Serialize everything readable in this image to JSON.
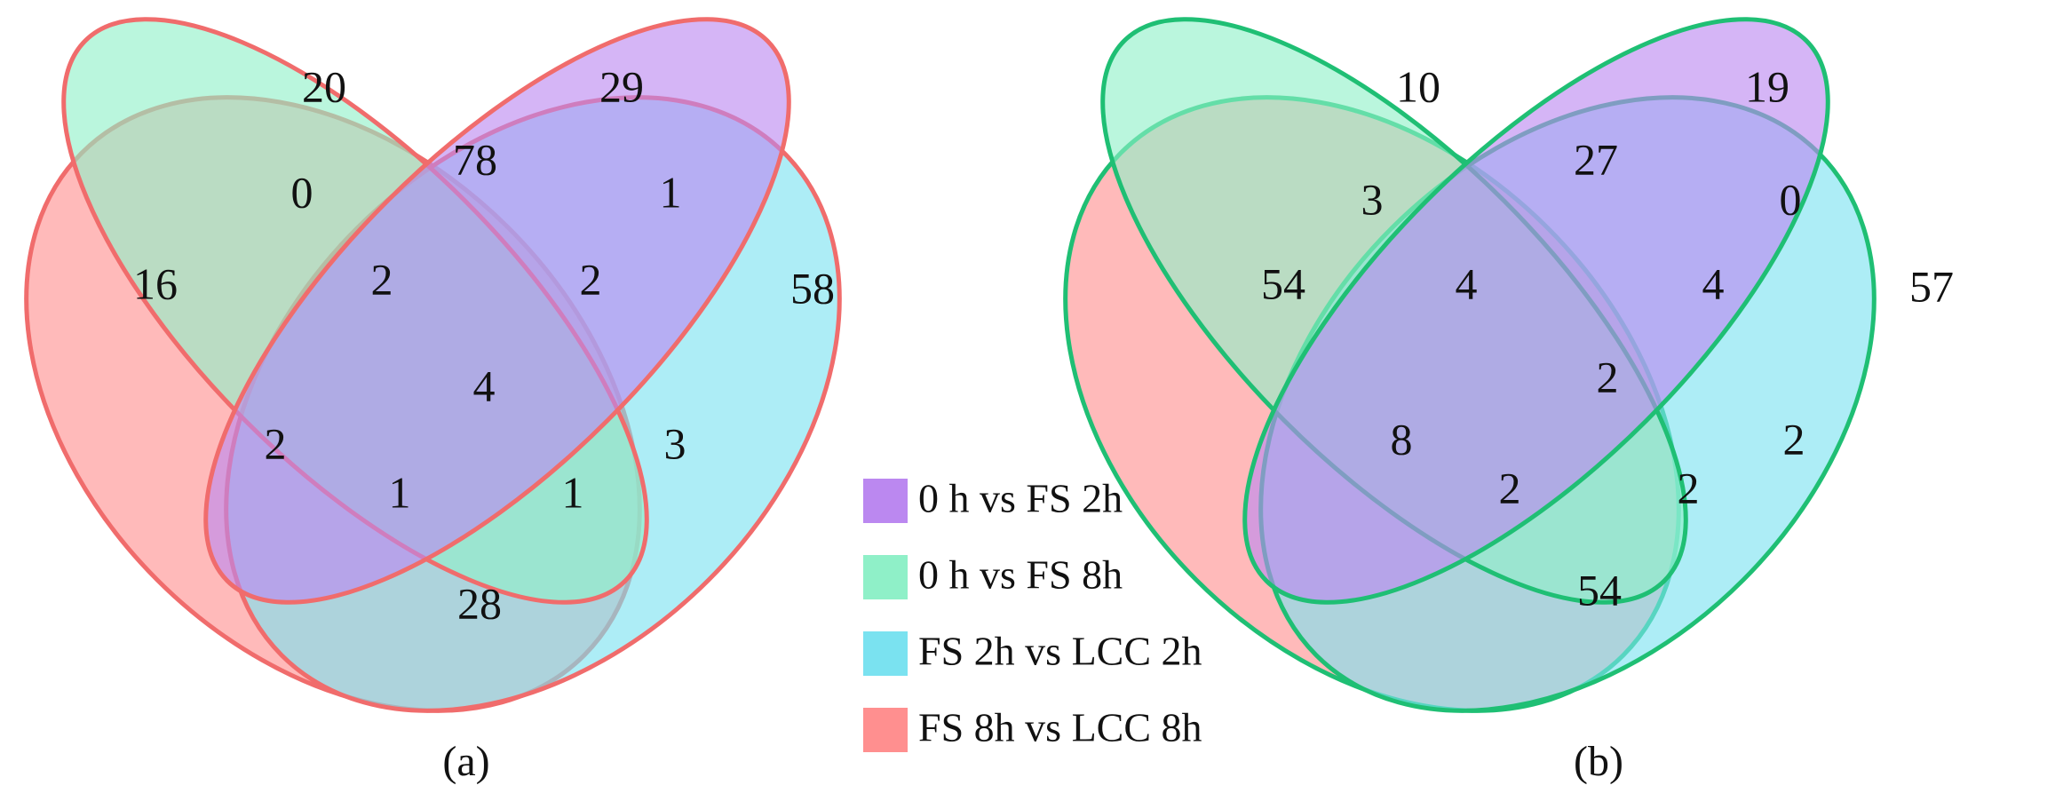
{
  "legend": [
    {
      "label": "0 h vs FS 2h",
      "color": "#bb88f0"
    },
    {
      "label": "0 h vs FS 8h",
      "color": "#8ff0c8"
    },
    {
      "label": "FS 2h vs LCC 2h",
      "color": "#7ae2f0"
    },
    {
      "label": "FS 8h vs LCC 8h",
      "color": "#ff8f8f"
    }
  ],
  "panels": [
    {
      "caption": "(a)",
      "outline_color": "#f06c6c",
      "counts": {
        "only_fs8_lcc8": "16",
        "only_0h_fs8": "20",
        "only_0h_fs2": "29",
        "only_fs2_lcc2": "58",
        "fs8lcc8_0hfs8": "0",
        "0hfs8_0hfs2": "78",
        "0hfs2_fs2lcc2": "1",
        "fs8lcc8_0hfs8_0hfs2": "2",
        "0hfs8_0hfs2_fs2lcc2": "2",
        "all_four": "4",
        "fs8lcc8_0hfs2": "2",
        "0hfs8_fs2lcc2": "3",
        "fs8lcc8_0hfs2_fs2lcc2": "1",
        "fs8lcc8_0hfs8_fs2lcc2": "1",
        "fs8lcc8_fs2lcc2": "28"
      }
    },
    {
      "caption": "(b)",
      "outline_color": "#1fbf74",
      "counts": {
        "only_fs8_lcc8": "54",
        "only_0h_fs8": "10",
        "only_0h_fs2": "19",
        "only_fs2_lcc2": "57",
        "fs8lcc8_0hfs8": "3",
        "0hfs8_0hfs2": "27",
        "0hfs2_fs2lcc2": "0",
        "fs8lcc8_0hfs8_0hfs2": "4",
        "0hfs8_0hfs2_fs2lcc2": "4",
        "all_four": "2",
        "fs8lcc8_0hfs2": "8",
        "0hfs8_fs2lcc2": "2",
        "fs8lcc8_0hfs2_fs2lcc2": "2",
        "fs8lcc8_0hfs8_fs2lcc2": "2",
        "fs8lcc8_fs2lcc2": "54"
      }
    }
  ]
}
